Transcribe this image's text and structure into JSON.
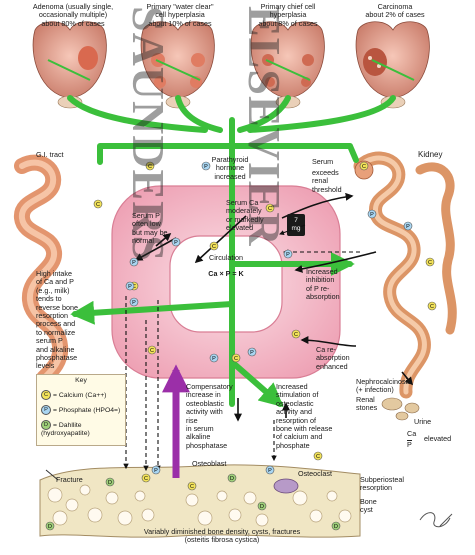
{
  "parathyroid": {
    "adenoma": "Adenoma (usually single,\noccasionally multiple)\nabout 80% of cases",
    "clear_cell": "Primary \"water clear\"\ncell hyperplasia\nabout 10% of cases",
    "chief_cell": "Primary chief cell\nhyperplasia\nabout 8% of cases",
    "carcinoma": "Carcinoma\nabout 2% of cases"
  },
  "hormone_label": "Parathyroid\nhormone\nincreased",
  "gi_tract_label": "G.I. tract",
  "high_intake_label": "High intake\nof Ca and P\n(e.g., milk)\ntends to\nreverse bone\nresorption\nprocess and\nto normalize\nserum P\nand alkaline\nphosphatase\nlevels",
  "serum_p_label": "Serum P\noften low\nbut may be\nnormal",
  "serum_ca_label": "Serum Ca\nmoderately\nor markedly\nelevated",
  "ca_level": "7\nmg",
  "circulation_label": "Circulation",
  "product_label": "Ca × P = K",
  "kidney": {
    "title": "Kidney",
    "serum": "Serum",
    "threshold": "exceeds\nrenal\nthreshold",
    "p_reabsorption": "Increased\ninhibition\nof P re-\nabsorption",
    "ca_reabsorption": "Ca re-\nabsorption\nenhanced",
    "nephrocalcinosis": "Nephrocalcinosis\n(+ infection)",
    "stones": "Renal\nstones",
    "urine": "Urine",
    "urine_ca": "Ca",
    "urine_p": "P",
    "urine_elevated": "elevated"
  },
  "bone": {
    "compensatory": "Compensatory\nincrease in\nosteoblastic\nactivity with\nrise\nin serum\nalkaline\nphosphatase",
    "osteoblast": "Osteoblast",
    "osteoclastic": "Increased\nstimulation of\nosteoclastic\nactivity and\nresorption of\nbone with release\nof calcium and\nphosphate",
    "osteoclast": "Osteoclast",
    "fracture": "Fracture",
    "subperiosteal": "Subperiosteal\nresorption",
    "bone_cyst": "Bone\ncyst",
    "diminished": "Variably diminished bone density, cysts, fractures\n(osteitis fibrosa cystica)"
  },
  "key": {
    "title": "Key",
    "calcium": "= Calcium (Ca++)",
    "phosphate": "= Phosphate (HPO4=)",
    "dahllite": "= Dahllite\n(hydroxyapatite)",
    "c_sym": "C",
    "p_sym": "P",
    "d_sym": "D"
  },
  "watermark": {
    "left": "SAUNDERS",
    "right": "ELSEVIER"
  },
  "colors": {
    "pathway_green": "#3bbf3b",
    "organ_pink": "#f2a3b3",
    "vessel_pink": "#f7c4cf",
    "gut": "#e9a07c",
    "kidney": "#e7a26f",
    "bone_fill": "#f0e6c4",
    "calcium": "#f3e35a",
    "phosphate": "#a9d6f2",
    "dahllite": "#9fd07a",
    "arrow_purple": "#9b2fa8"
  }
}
